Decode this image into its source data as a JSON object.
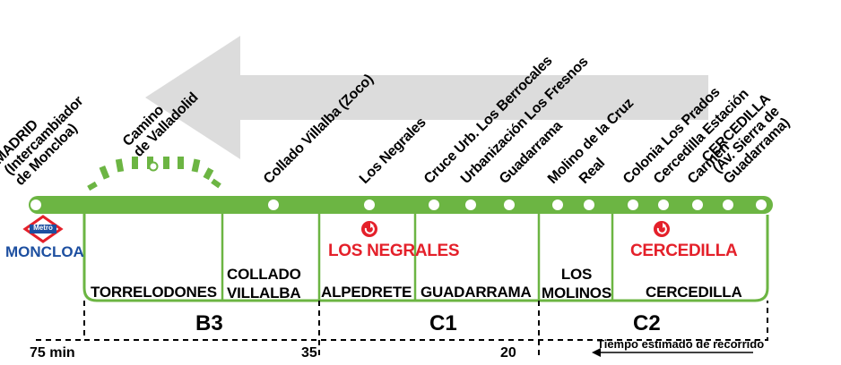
{
  "colors": {
    "line": "#6cb543",
    "arrow": "#dcdcdc",
    "red": "#e4202a",
    "metro_red": "#e4202a",
    "metro_blue": "#1d4fa0"
  },
  "stops": [
    {
      "lines": [
        "MADRID",
        "(Intercambiador",
        "de Moncloa)"
      ]
    },
    {
      "lines": [
        "Camino",
        "de Valladolid"
      ]
    },
    {
      "lines": [
        "Collado Villalba (Zoco)"
      ]
    },
    {
      "lines": [
        "Los Negrales"
      ]
    },
    {
      "lines": [
        "Cruce Urb. Los Berrocales"
      ]
    },
    {
      "lines": [
        "Urbanización Los Fresnos"
      ]
    },
    {
      "lines": [
        "Guadarrama"
      ]
    },
    {
      "lines": [
        "Molino de la Cruz"
      ]
    },
    {
      "lines": [
        "Real"
      ]
    },
    {
      "lines": [
        "Colonia Los Prados"
      ]
    },
    {
      "lines": [
        "Cercedilla Estación"
      ]
    },
    {
      "lines": [
        "Carmen"
      ]
    },
    {
      "lines": [
        "CERCEDILLA",
        "(Av. Sierra de",
        "Guadarrama)"
      ]
    }
  ],
  "metro": {
    "logo": "Metro",
    "station": "MONCLOA"
  },
  "municipalities": [
    {
      "label": "TORRELODONES"
    },
    {
      "label": "COLLADO",
      "label2": "VILLALBA"
    },
    {
      "label": "ALPEDRETE"
    },
    {
      "label": "GUADARRAMA"
    },
    {
      "label": "LOS",
      "label2": "MOLINOS"
    },
    {
      "label": "CERCEDILLA"
    }
  ],
  "terminals": [
    {
      "label": "LOS NEGRALES",
      "icon": "circular-route-icon"
    },
    {
      "label": "CERCEDILLA",
      "icon": "circular-route-icon"
    }
  ],
  "fare_zones": [
    "B3",
    "C1",
    "C2"
  ],
  "times": [
    "75 min",
    "35",
    "20"
  ],
  "time_note": "Tiempo estimado de recorrido"
}
